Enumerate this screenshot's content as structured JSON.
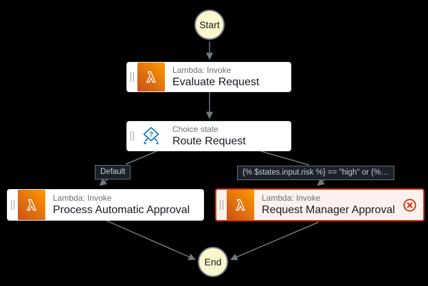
{
  "app": {
    "view_name": "state-machine-graph"
  },
  "terminals": {
    "start": "Start",
    "end": "End"
  },
  "states": {
    "evaluate": {
      "type_label": "Lambda: Invoke",
      "name": "Evaluate Request",
      "icon": "lambda-icon",
      "status": "default"
    },
    "route": {
      "type_label": "Choice state",
      "name": "Route Request",
      "icon": "choice-icon",
      "status": "default"
    },
    "process": {
      "type_label": "Lambda: Invoke",
      "name": "Process Automatic Approval",
      "icon": "lambda-icon",
      "status": "default"
    },
    "request": {
      "type_label": "Lambda: Invoke",
      "name": "Request Manager Approval",
      "icon": "lambda-icon",
      "status": "error",
      "status_icon": "error-icon"
    }
  },
  "edge_labels": {
    "default_branch": "Default",
    "condition_branch": "{% $states.input.risk %} == \"high\" or {%…"
  },
  "colors": {
    "canvas_bg": "#000000",
    "card_bg": "#ffffff",
    "card_title": "#16191f",
    "card_subtitle": "#697078",
    "lambda_gradient_start": "#c8511b",
    "lambda_gradient_end": "#ff9900",
    "choice_blue": "#0972c3",
    "error_red": "#d13212",
    "error_card_bg": "#fcf1ed",
    "terminal_fill": "#faf6cd",
    "terminal_border": "#7d8590",
    "edge_line": "#6f777f",
    "edge_label_bg": "#1c2129",
    "edge_label_border": "#697078",
    "edge_label_text": "#c4cbd2"
  }
}
